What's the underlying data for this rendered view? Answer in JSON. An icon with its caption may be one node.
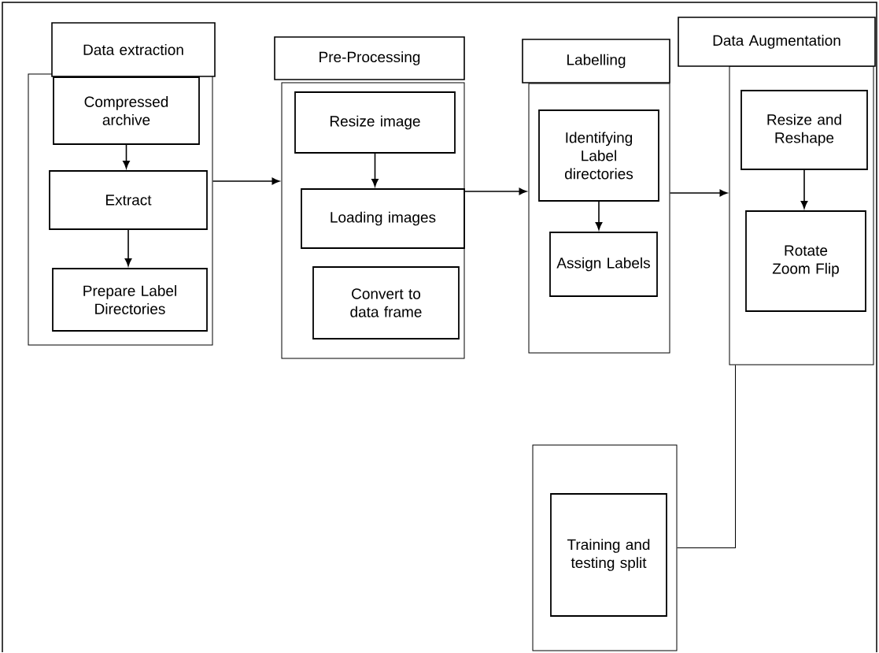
{
  "diagram": {
    "nodes": [
      {
        "text": [
          "Data extraction"
        ]
      },
      {
        "text": [],
        "shape": "box"
      },
      {
        "text": [
          "Compressed archive"
        ],
        "in": 1
      },
      {
        "text": [
          "Extract"
        ],
        "in": 1
      },
      {
        "text": [
          "Prepare Label Directories"
        ],
        "in": 1
      },
      {
        "text": [
          "Pre-Processing"
        ]
      },
      {
        "text": [],
        "shape": "box"
      },
      {
        "text": [
          "Resize image"
        ],
        "in": 6
      },
      {
        "text": [
          "Loading images"
        ],
        "in": 6
      },
      {
        "text": [
          "Convert to data frame"
        ],
        "in": 6
      },
      {
        "text": [
          "Labelling"
        ]
      },
      {
        "text": [],
        "shape": "box"
      },
      {
        "text": [
          "Identifying Label directories"
        ],
        "in": 11
      },
      {
        "text": [
          "Assign Labels"
        ],
        "in": 11
      },
      {
        "text": [
          "Data Augmentation"
        ]
      },
      {
        "text": [],
        "shape": "box"
      },
      {
        "text": [
          "Resize and Reshape"
        ],
        "in": 15
      },
      {
        "text": [
          "Rotate Zoom Flip"
        ],
        "in": 15
      },
      {
        "text": [],
        "shape": "box"
      },
      {
        "text": [
          "Training and testing split"
        ],
        "in": 18
      }
    ],
    "edges": [
      {
        "from": 2,
        "to": 3,
        "arrow": "to"
      },
      {
        "from": 3,
        "to": 4,
        "arrow": "to"
      },
      {
        "from": 1,
        "to": 6,
        "arrow": "to"
      },
      {
        "from": 7,
        "to": 8,
        "arrow": "to"
      },
      {
        "from": 6,
        "to": 11,
        "arrow": "to"
      },
      {
        "from": 12,
        "to": 13,
        "arrow": "to"
      },
      {
        "from": 11,
        "to": 15,
        "arrow": "to"
      },
      {
        "from": 16,
        "to": 17,
        "arrow": "to"
      },
      {
        "from": 15,
        "to": 18,
        "arrow": "none"
      }
    ]
  }
}
